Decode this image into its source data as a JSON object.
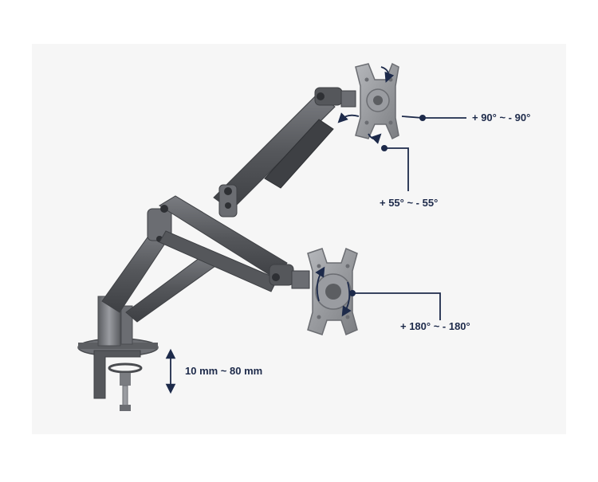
{
  "image": {
    "subject": "dual-arm-monitor-mount",
    "colors": {
      "arm_dark": "#4a4c50",
      "arm_mid": "#6b6d72",
      "arm_light": "#9a9ca1",
      "callout": "#1d2a4a",
      "background_band": "#f5f5f5"
    }
  },
  "callouts": {
    "tilt": "+ 90° ~ - 90°",
    "swivel": "+ 55° ~ - 55°",
    "rotation": "+ 180° ~ - 180°",
    "clamp_range": "10 mm ~ 80 mm"
  }
}
